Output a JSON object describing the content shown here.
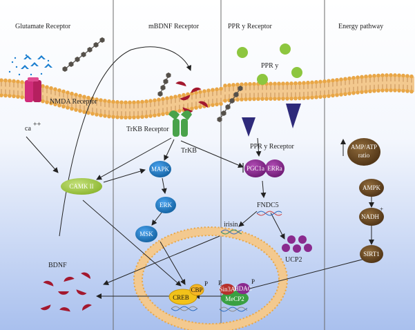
{
  "headers": {
    "col1": "Glutamate Receptor",
    "col2": "mBDNF Receptor",
    "col3": "PPR y Receptor",
    "col4": "Energy pathway"
  },
  "labels": {
    "nmda": "NMDA Receptor",
    "ca": "ca",
    "ca_sup": "++",
    "trkb_receptor": "TrKB Receptor",
    "trkb": "TrKB",
    "ppr_y": "PPR y",
    "ppr_y_receptor": "PPR y Receptor",
    "camk": "CAMK II",
    "mapk": "MAPK",
    "erk": "ERK",
    "msk": "MSK",
    "pgc": "PGC1a",
    "erra": "ERRa",
    "fndc": "FNDC5",
    "irisin": "irisin",
    "ucp": "UCP2",
    "bdnf": "BDNF",
    "creb": "CREB",
    "cbp": "CBP",
    "p1": "P",
    "p2": "P",
    "p3": "P",
    "sin3a": "Sin3A",
    "mecp": "MeCP2",
    "hdac": "HDAC",
    "amp_atp_1": "AMP/ATP",
    "amp_atp_2": "ratio",
    "ampk": "AMPK",
    "nadh": "NADH",
    "nadh_sup": "+",
    "sirt": "SIRT1"
  },
  "colors": {
    "membrane": "#f3c98f",
    "head": "#e8a646",
    "camk": "#9dc13a",
    "mapk": "#1e78c8",
    "pgc": "#8a2a8e",
    "ucp": "#8a2a8e",
    "creb": "#f2c21a",
    "mecp": "#3aa042",
    "energy": "#6b4a22",
    "bdnf": "#a3182e",
    "ppr": "#8dc63f",
    "nmda": "#d02c7a",
    "trkb": "#49a24a",
    "ppr_receptor": "#2e2a7a",
    "glutamate": "#1a7ecf"
  }
}
